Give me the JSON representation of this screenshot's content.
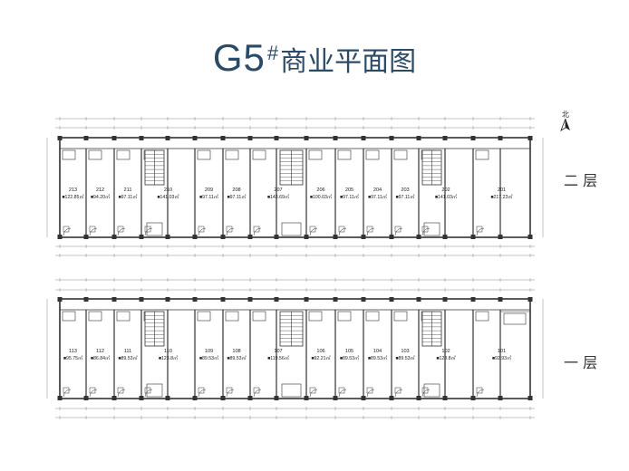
{
  "title": {
    "code": "G5",
    "hash": "#",
    "text": "商业平面图"
  },
  "compass": {
    "label": "北"
  },
  "floors": [
    {
      "key": "second",
      "label": "二  层",
      "units": [
        {
          "no": "213",
          "area": "122.85㎡"
        },
        {
          "no": "212",
          "area": "94.20㎡"
        },
        {
          "no": "211",
          "area": "97.11㎡"
        },
        {
          "no": "210",
          "area": "141.03㎡"
        },
        {
          "no": "209",
          "area": "97.11㎡"
        },
        {
          "no": "208",
          "area": "97.11㎡"
        },
        {
          "no": "207",
          "area": "143.69㎡"
        },
        {
          "no": "206",
          "area": "100.03㎡"
        },
        {
          "no": "205",
          "area": "97.11㎡"
        },
        {
          "no": "204",
          "area": "97.11㎡"
        },
        {
          "no": "203",
          "area": "97.11㎡"
        },
        {
          "no": "202",
          "area": "141.03㎡"
        },
        {
          "no": "201",
          "area": "217.23㎡"
        }
      ]
    },
    {
      "key": "first",
      "label": "一  层",
      "units": [
        {
          "no": "113",
          "area": "95.75㎡"
        },
        {
          "no": "112",
          "area": "86.84㎡"
        },
        {
          "no": "111",
          "area": "89.53㎡"
        },
        {
          "no": "110",
          "area": "123.8㎡"
        },
        {
          "no": "109",
          "area": "89.53㎡"
        },
        {
          "no": "108",
          "area": "89.53㎡"
        },
        {
          "no": "107",
          "area": "119.56㎡"
        },
        {
          "no": "106",
          "area": "92.21㎡"
        },
        {
          "no": "105",
          "area": "89.53㎡"
        },
        {
          "no": "104",
          "area": "89.53㎡"
        },
        {
          "no": "103",
          "area": "89.53㎡"
        },
        {
          "no": "102",
          "area": "123.8㎡"
        },
        {
          "no": "101",
          "area": "92.93㎡"
        }
      ]
    }
  ],
  "colors": {
    "wall": "#333333",
    "title": "#2a4a6a",
    "dim": "#888888"
  }
}
